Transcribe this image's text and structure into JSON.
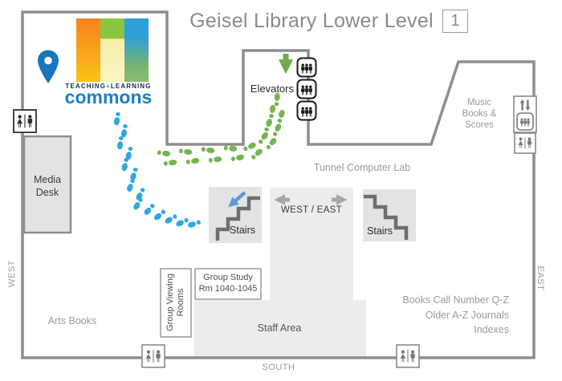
{
  "title": "Geisel Library Lower Level",
  "level_badge": "1",
  "logo": {
    "tagline_left": "TEACHING",
    "tagline_plus": "+",
    "tagline_right": "LEARNING",
    "wordmark": "commons"
  },
  "labels": {
    "media_desk": "Media\nDesk",
    "elevators": "Elevators",
    "music": "Music\nBooks &\nScores",
    "tunnel_lab": "Tunnel Computer Lab",
    "corridor_direction": "WEST / EAST",
    "stairs_left": "Stairs",
    "stairs_right": "Stairs",
    "group_study": "Group Study\nRm 1040-1045",
    "group_viewing": "Group Viewing\nRooms",
    "arts_books": "Arts Books",
    "staff_area": "Staff Area",
    "collections": "Books Call Number Q-Z\nOlder A-Z Journals\nIndexes"
  },
  "compass": {
    "west": "WEST",
    "east": "EAST",
    "south": "SOUTH"
  },
  "colors": {
    "wall": "#8e8e8e",
    "room_fill": "#ececec",
    "stairs_fill": "#e3e3e3",
    "title_text": "#8a8a8a",
    "muted_text": "#9a9a9a",
    "dark_text": "#3a3a3a",
    "route_blue": "#2fa8e1",
    "route_green": "#76b44f",
    "arrow_blue": "#5b9bd5",
    "arrow_green": "#6fae47",
    "arrow_gray": "#a6a6a6",
    "brand_blue": "#1b7fc4",
    "brand_navy": "#1b2a4a",
    "icon_dark": "#2f2f2f",
    "icon_gray": "#75787b"
  }
}
